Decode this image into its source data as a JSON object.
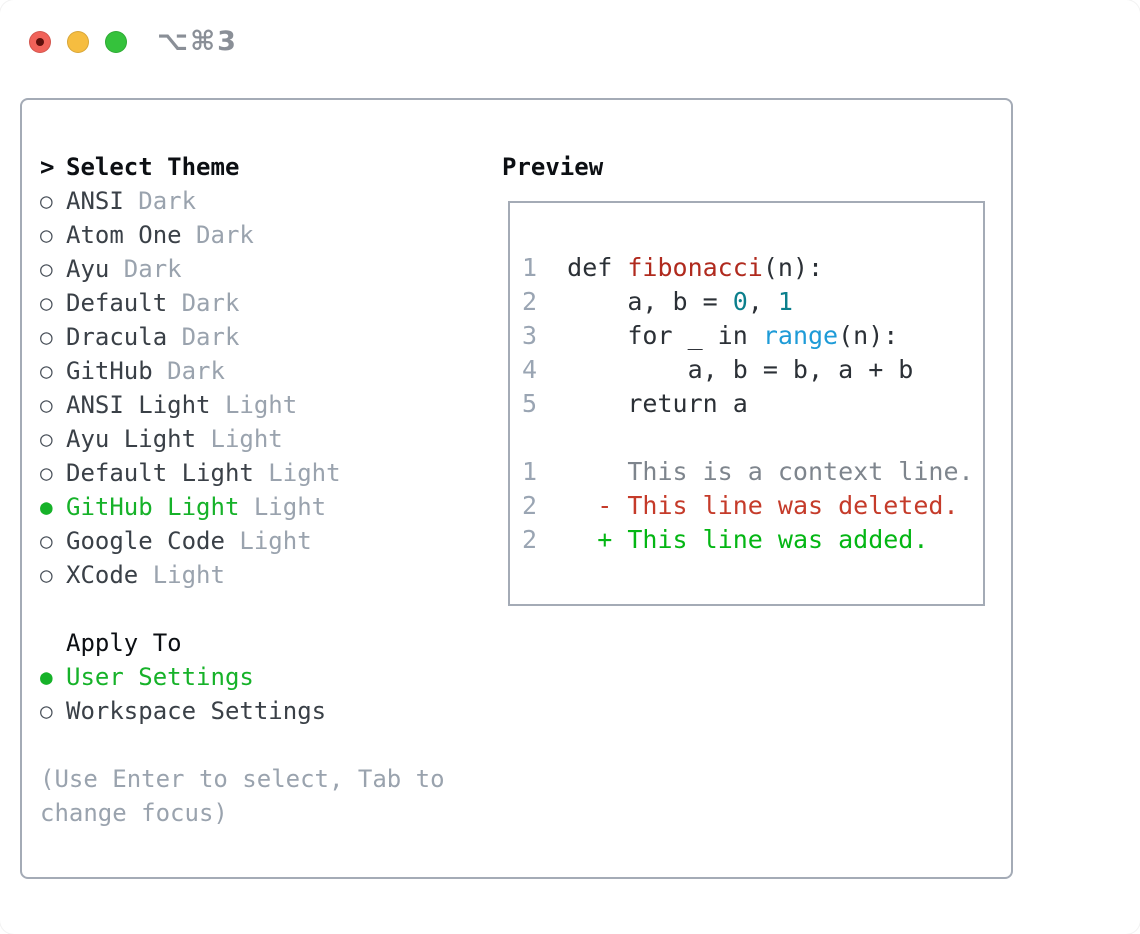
{
  "window": {
    "title": "⌥⌘3"
  },
  "markers": {
    "prompt": ">",
    "unselected": "○",
    "selected": "●"
  },
  "left": {
    "header_label": "Select Theme",
    "themes": [
      {
        "name": "ANSI",
        "tag": "Dark",
        "selected": false
      },
      {
        "name": "Atom One",
        "tag": "Dark",
        "selected": false
      },
      {
        "name": "Ayu",
        "tag": "Dark",
        "selected": false
      },
      {
        "name": "Default",
        "tag": "Dark",
        "selected": false
      },
      {
        "name": "Dracula",
        "tag": "Dark",
        "selected": false
      },
      {
        "name": "GitHub",
        "tag": "Dark",
        "selected": false
      },
      {
        "name": "ANSI Light",
        "tag": "Light",
        "selected": false
      },
      {
        "name": "Ayu Light",
        "tag": "Light",
        "selected": false
      },
      {
        "name": "Default Light",
        "tag": "Light",
        "selected": false
      },
      {
        "name": "GitHub Light",
        "tag": "Light",
        "selected": true
      },
      {
        "name": "Google Code",
        "tag": "Light",
        "selected": false
      },
      {
        "name": "XCode",
        "tag": "Light",
        "selected": false
      }
    ],
    "apply_header": "Apply To",
    "apply_options": [
      {
        "name": "User Settings",
        "selected": true
      },
      {
        "name": "Workspace Settings",
        "selected": false
      }
    ],
    "hint": "(Use Enter to select, Tab to change focus)"
  },
  "preview": {
    "header": "Preview",
    "lines": [
      {
        "num": "1",
        "segments": [
          {
            "t": "  def ",
            "c": "plain"
          },
          {
            "t": "fibonacci",
            "c": "func"
          },
          {
            "t": "(n):",
            "c": "plain"
          }
        ]
      },
      {
        "num": "2",
        "segments": [
          {
            "t": "      a, b = ",
            "c": "plain"
          },
          {
            "t": "0",
            "c": "num"
          },
          {
            "t": ", ",
            "c": "plain"
          },
          {
            "t": "1",
            "c": "num"
          }
        ]
      },
      {
        "num": "3",
        "segments": [
          {
            "t": "      for _ in ",
            "c": "plain"
          },
          {
            "t": "range",
            "c": "builtin"
          },
          {
            "t": "(n):",
            "c": "plain"
          }
        ]
      },
      {
        "num": "4",
        "segments": [
          {
            "t": "          a, b = b, a + b",
            "c": "plain"
          }
        ]
      },
      {
        "num": "5",
        "segments": [
          {
            "t": "      return a",
            "c": "plain"
          }
        ]
      },
      {
        "num": "",
        "segments": []
      },
      {
        "num": "1",
        "segments": [
          {
            "t": "      This is a context line.",
            "c": "context"
          }
        ]
      },
      {
        "num": "2",
        "segments": [
          {
            "t": "    ",
            "c": "plain"
          },
          {
            "t": "- This line was deleted.",
            "c": "del"
          }
        ]
      },
      {
        "num": "2",
        "segments": [
          {
            "t": "    ",
            "c": "plain"
          },
          {
            "t": "+ This line was added.",
            "c": "add"
          }
        ]
      }
    ]
  },
  "colors": {
    "selected": "#16b229",
    "item": "#3a4047",
    "muted": "#9aa3ae",
    "circle": "#4a515a",
    "heading": "#0c0f13",
    "plain": "#2b3036",
    "func": "#b02a1e",
    "num": "#0b7f8c",
    "builtin": "#1e9bd7",
    "linenum": "#9aa5b3",
    "context": "#7e858d",
    "del": "#c53b2a",
    "add": "#04b614",
    "border": "#a4abb6",
    "title": "#8a8f97",
    "dot_red": "#f16259",
    "dot_red_inner": "#5e0f0b",
    "dot_yellow": "#f6bd40",
    "dot_green": "#35c23c"
  }
}
